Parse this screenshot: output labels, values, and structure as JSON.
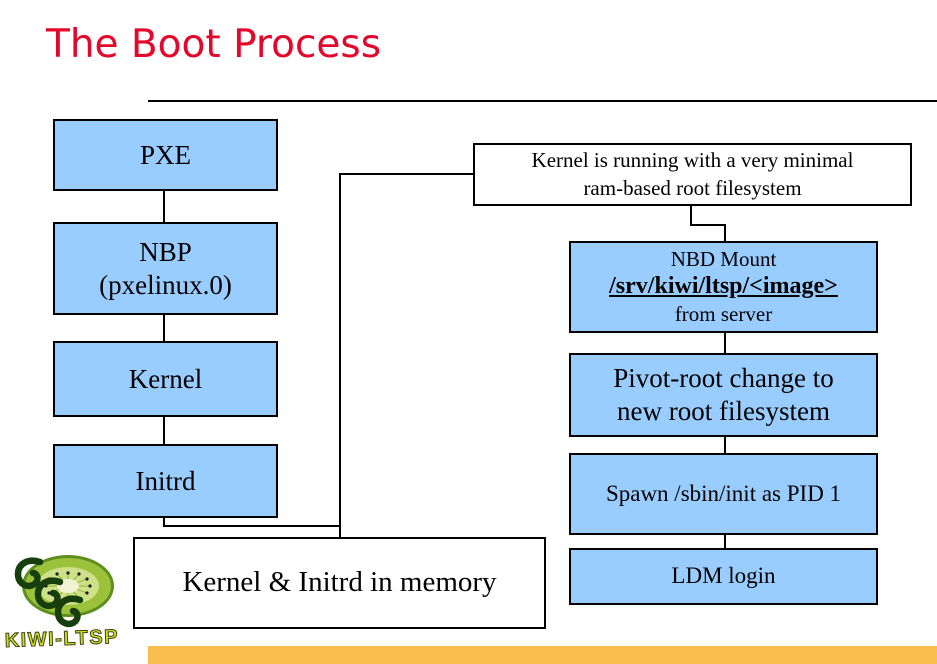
{
  "title": "The Boot Process",
  "colors": {
    "accent_red": "#E3072B",
    "box_blue": "#99CCFF",
    "bar_orange": "#F9BD4D",
    "border_black": "#000000"
  },
  "flow_left": {
    "pxe": "PXE",
    "nbp_line1": "NBP",
    "nbp_line2": "(pxelinux.0)",
    "kernel": "Kernel",
    "initrd": "Initrd",
    "memory": "Kernel & Initrd in memory"
  },
  "flow_right": {
    "info_line1": "Kernel is running with a very minimal",
    "info_line2": "ram-based root filesystem",
    "nbd_line1": "NBD Mount",
    "nbd_line2": "/srv/kiwi/ltsp/<image>",
    "nbd_line3": "from server",
    "pivot_line1": "Pivot-root change to",
    "pivot_line2": "new root filesystem",
    "spawn": "Spawn /sbin/init as PID 1",
    "ldm": "LDM login"
  },
  "logo": {
    "text": "KIWI-LTSP"
  }
}
